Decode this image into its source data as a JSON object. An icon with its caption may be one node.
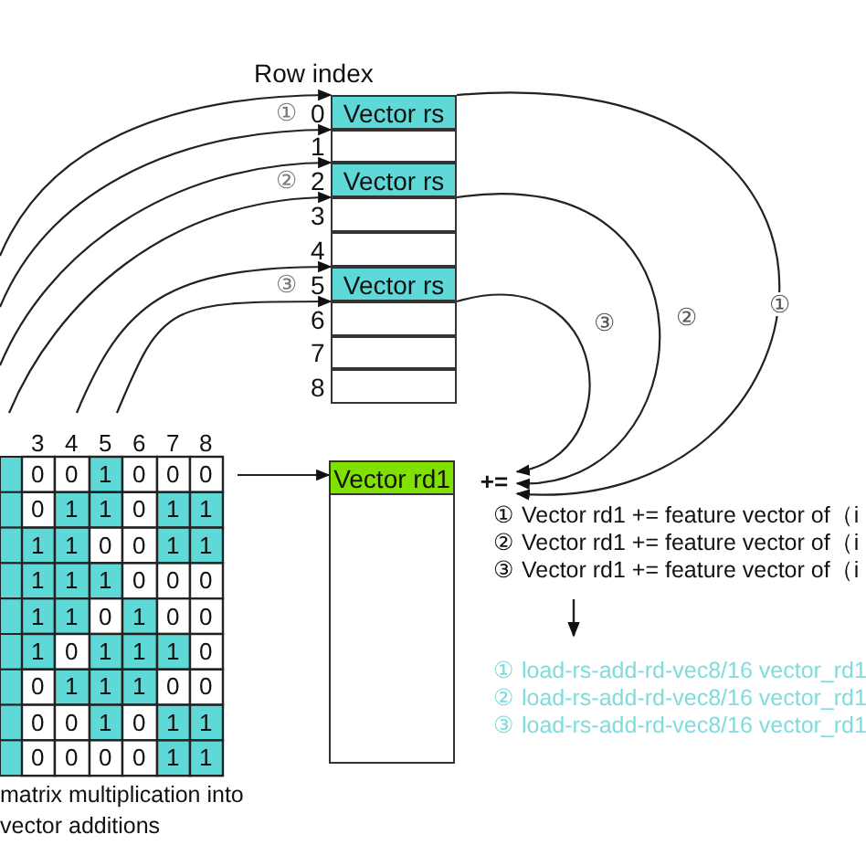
{
  "diagram": {
    "nodes": [
      {
        "text": [
          "Vector rs"
        ],
        "beside": [
          "①",
          "0"
        ]
      },
      {
        "text": [],
        "shape": "box",
        "beside": [
          "1"
        ]
      },
      {
        "text": [
          "Vector rs"
        ],
        "beside": [
          "②",
          "2"
        ]
      },
      {
        "text": [],
        "shape": "box",
        "beside": [
          "3"
        ]
      },
      {
        "text": [],
        "shape": "box",
        "beside": [
          "4"
        ]
      },
      {
        "text": [
          "Vector rs"
        ],
        "beside": [
          "③",
          "5"
        ]
      },
      {
        "text": [],
        "shape": "box",
        "beside": [
          "6"
        ]
      },
      {
        "text": [],
        "shape": "box",
        "beside": [
          "7"
        ]
      },
      {
        "text": [],
        "shape": "box",
        "beside": [
          "8"
        ]
      },
      {
        "text": [
          "Vector rd1"
        ]
      },
      {
        "text": [
          "+="
        ]
      },
      {
        "text": [],
        "shape": "grid"
      }
    ],
    "edges": [
      {
        "from": null,
        "to": 0,
        "arrow": "to"
      },
      {
        "from": null,
        "to": 0,
        "arrow": "to"
      },
      {
        "from": null,
        "to": 2,
        "arrow": "to"
      },
      {
        "from": null,
        "to": 2,
        "arrow": "to"
      },
      {
        "from": null,
        "to": 5,
        "arrow": "to"
      },
      {
        "from": null,
        "to": 5,
        "arrow": "to"
      },
      {
        "from": 0,
        "to": 10,
        "arrow": "to",
        "label": "①"
      },
      {
        "from": 2,
        "to": 10,
        "arrow": "to",
        "label": "②"
      },
      {
        "from": 5,
        "to": 10,
        "arrow": "to",
        "label": "③"
      },
      {
        "from": 11,
        "to": 9,
        "arrow": "to"
      }
    ],
    "labels": [
      "Row index",
      "3",
      "4",
      "5",
      "6",
      "7",
      "8",
      "0",
      "0",
      "1",
      "0",
      "0",
      "0",
      "0",
      "1",
      "1",
      "0",
      "1",
      "1",
      "1",
      "1",
      "0",
      "0",
      "1",
      "1",
      "1",
      "1",
      "1",
      "0",
      "0",
      "0",
      "1",
      "1",
      "0",
      "1",
      "0",
      "0",
      "1",
      "0",
      "1",
      "1",
      "1",
      "0",
      "0",
      "1",
      "1",
      "1",
      "0",
      "0",
      "0",
      "0",
      "1",
      "0",
      "1",
      "1",
      "0",
      "0",
      "0",
      "0",
      "1",
      "1",
      "matrix multiplication into vector additions",
      "① Vector rd1 += feature vector of（i",
      "② Vector rd1 += feature vector of（i",
      "③ Vector rd1 += feature vector of（i",
      "① load-rs-add-rd-vec8/16 vector_rd1",
      "② load-rs-add-rd-vec8/16 vector_rd1",
      "③ load-rs-add-rd-vec8/16 vector_rd1"
    ]
  }
}
